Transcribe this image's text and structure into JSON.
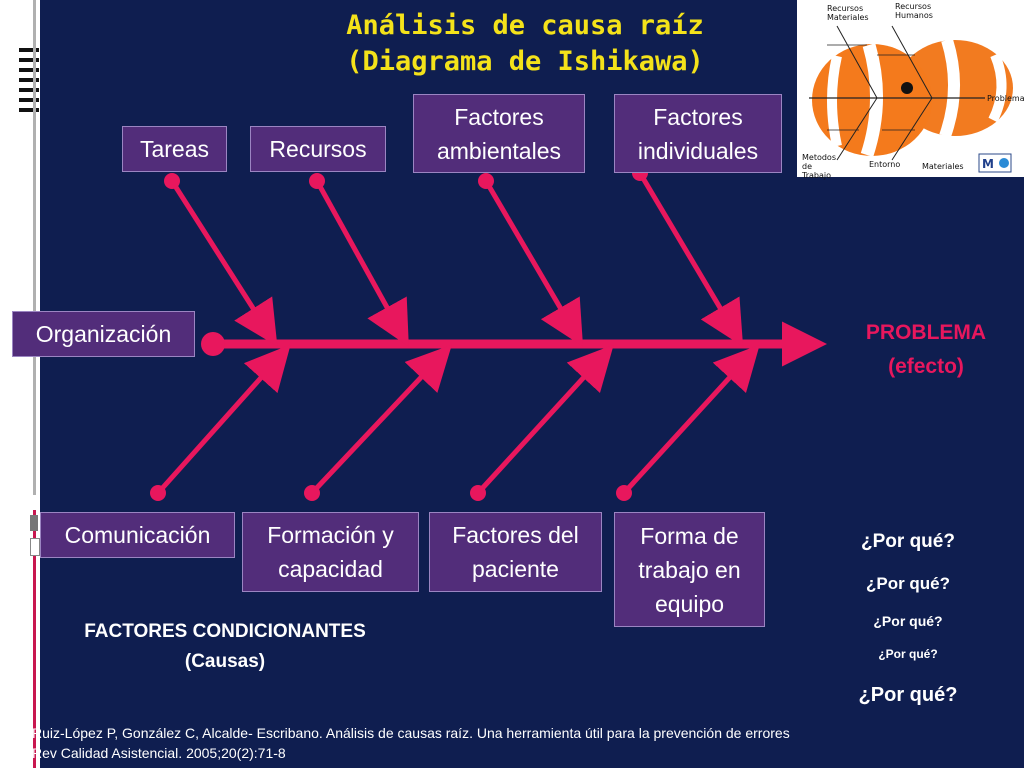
{
  "title": {
    "line1": "Análisis de causa raíz",
    "line2": "(Diagrama de Ishikawa)"
  },
  "causes_top": [
    {
      "line1": "Tareas",
      "line2": ""
    },
    {
      "line1": "Recursos",
      "line2": ""
    },
    {
      "line1": "Factores",
      "line2": "ambientales"
    },
    {
      "line1": "Factores",
      "line2": "individuales"
    }
  ],
  "cause_left": "Organización",
  "causes_bottom": [
    {
      "line1": "Comunicación",
      "line2": "",
      "line3": ""
    },
    {
      "line1": "Formación y",
      "line2": "capacidad",
      "line3": ""
    },
    {
      "line1": "Factores del",
      "line2": "paciente",
      "line3": ""
    },
    {
      "line1": "Forma de",
      "line2": "trabajo en",
      "line3": "equipo"
    }
  ],
  "effect": {
    "line1": "PROBLEMA",
    "line2": "(efecto)"
  },
  "factors_label": {
    "line1": "FACTORES CONDICIONANTES",
    "line2": "(Causas)"
  },
  "por_que": [
    "¿Por qué?",
    "¿Por qué?",
    "¿Por qué?",
    "¿Por qué?",
    "¿Por qué?"
  ],
  "reference": {
    "line1": "Ruiz-López  P,  González C, Alcalde- Escribano. Análisis de causas raíz. Una herramienta útil para la prevención de errores",
    "line2": "Rev Calidad Asistencial. 2005;20(2):71-8"
  },
  "thumbnail": {
    "labels": [
      "Recursos Materiales",
      "Recursos Humanos",
      "Problema",
      "Metodos de Trabajo",
      "Entorno",
      "Materiales"
    ],
    "logo": "M"
  },
  "colors": {
    "background": "#0f1e50",
    "arrow": "#e8175d",
    "box": "#522d7a",
    "title": "#f4e21a"
  }
}
